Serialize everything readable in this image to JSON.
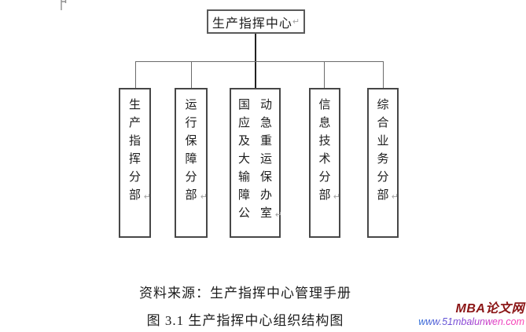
{
  "diagram": {
    "return_mark": "↵",
    "root": {
      "label": "生产指挥中心"
    },
    "branches": [
      {
        "name": "production-command-division",
        "label": "生产指挥分部",
        "lines": [
          "生",
          "产",
          "指",
          "挥",
          "分",
          "部"
        ]
      },
      {
        "name": "operation-support-division",
        "label": "运行保障分部",
        "lines": [
          "运",
          "行",
          "保",
          "障",
          "分",
          "部"
        ]
      },
      {
        "name": "emergency-transport-office",
        "label": "国动应急及重大运输保障办公室",
        "lines": [
          "国动",
          "应急",
          "及重",
          "大运",
          "输保",
          "障办",
          "公室"
        ]
      },
      {
        "name": "information-technology-division",
        "label": "信息技术分部",
        "lines": [
          "信",
          "息",
          "技",
          "术",
          "分",
          "部"
        ]
      },
      {
        "name": "comprehensive-business-division",
        "label": "综合业务分部",
        "lines": [
          "综",
          "合",
          "业",
          "务",
          "分",
          "部"
        ]
      }
    ]
  },
  "captions": {
    "source": "资料来源：生产指挥中心管理手册",
    "figure": "图 3.1 生产指挥中心组织结构图"
  },
  "watermark": {
    "site_name": "MBA论文网",
    "site_url": "www.51mbalunwen.com",
    "name_color": "#8b1616",
    "url_gradient": [
      "#2f6fd8",
      "#8a3fd4",
      "#ff3fae"
    ]
  }
}
